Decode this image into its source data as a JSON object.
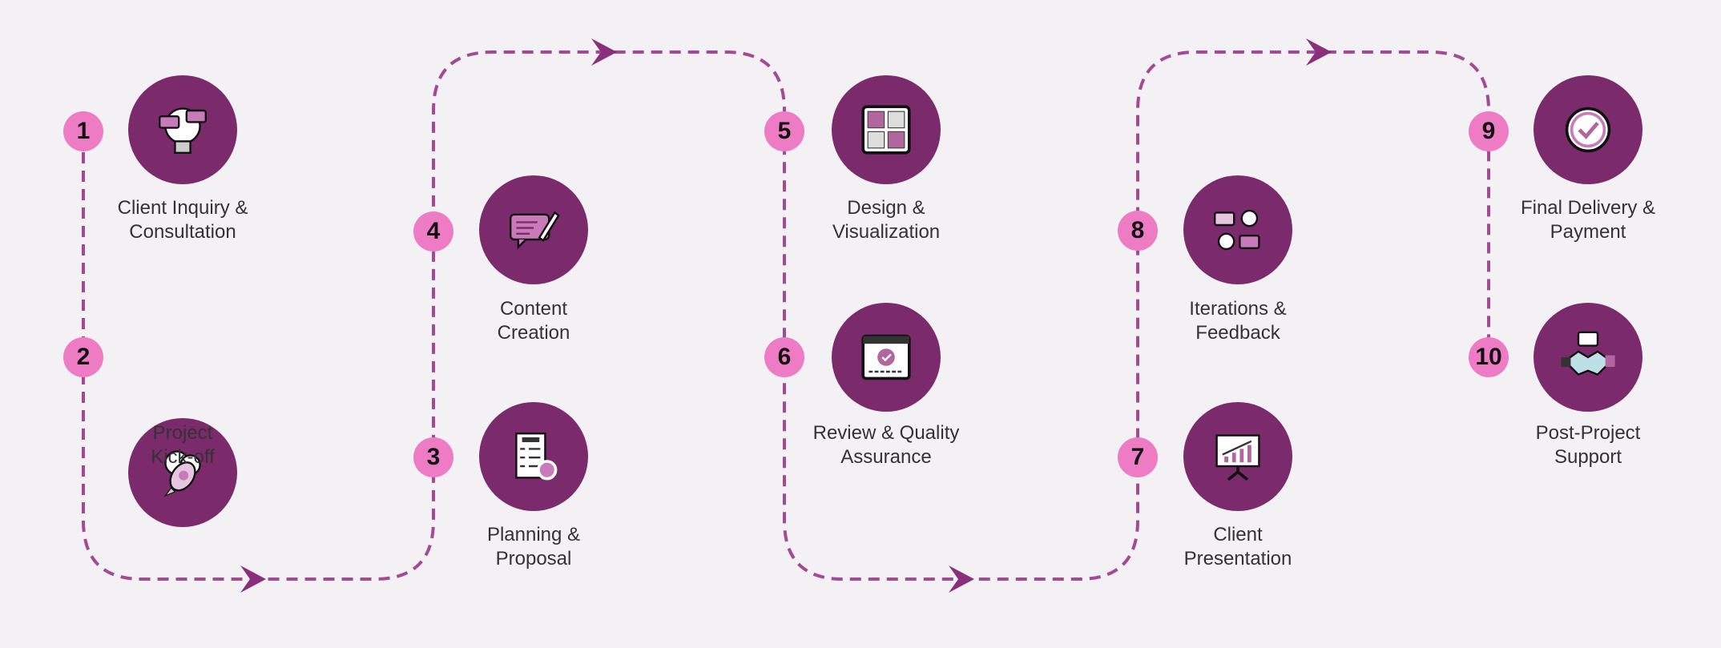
{
  "colors": {
    "background": "#f3f1f4",
    "circle": "#7b2a6b",
    "badge": "#ee7cc4",
    "path": "#a44a94"
  },
  "steps": [
    {
      "number": "1",
      "line1": "Client Inquiry &",
      "line2": "Consultation",
      "icon": "lightbulb-chat-icon"
    },
    {
      "number": "2",
      "line1": "Project",
      "line2": "Kick-off",
      "icon": "rocket-icon"
    },
    {
      "number": "3",
      "line1": "Planning &",
      "line2": "Proposal",
      "icon": "checklist-target-icon"
    },
    {
      "number": "4",
      "line1": "Content",
      "line2": "Creation",
      "icon": "chat-pen-icon"
    },
    {
      "number": "5",
      "line1": "Design &",
      "line2": "Visualization",
      "icon": "grid-layout-icon"
    },
    {
      "number": "6",
      "line1": "Review & Quality",
      "line2": "Assurance",
      "icon": "browser-check-icon"
    },
    {
      "number": "7",
      "line1": "Client",
      "line2": "Presentation",
      "icon": "presentation-board-icon"
    },
    {
      "number": "8",
      "line1": "Iterations &",
      "line2": "Feedback",
      "icon": "people-chat-icon"
    },
    {
      "number": "9",
      "line1": "Final Delivery &",
      "line2": "Payment",
      "icon": "checkmark-badge-icon"
    },
    {
      "number": "10",
      "line1": "Post-Project",
      "line2": "Support",
      "icon": "handshake-icon"
    }
  ]
}
